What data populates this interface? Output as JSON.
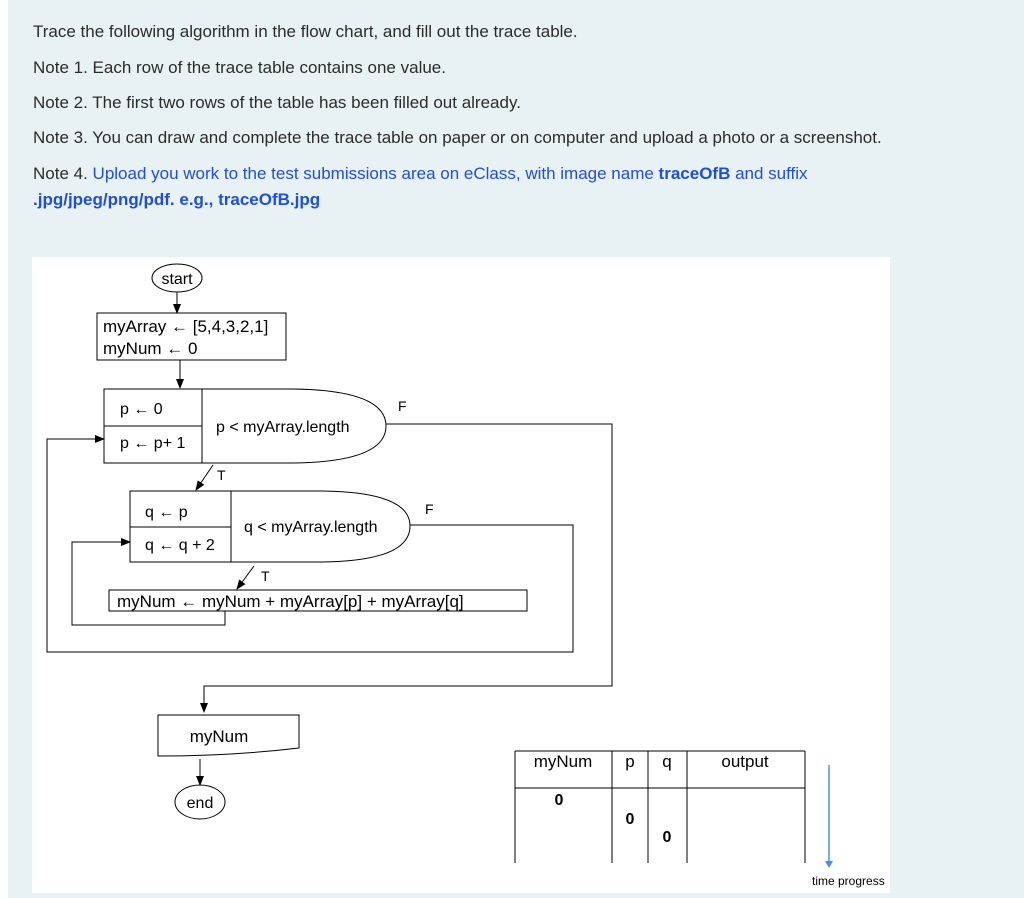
{
  "instructions": {
    "line1": "Trace the following algorithm in the flow chart,  and fill out the trace table.",
    "note1": "Note 1. Each row of the trace table contains one value.",
    "note2": "Note 2. The first two rows of the table has been filled out already.",
    "note3": "Note 3. You can draw and complete the trace table on paper or on computer and upload a photo or a screenshot.",
    "note4_prefix": "Note 4.  ",
    "note4_text": "Upload you work to the test submissions area on eClass, with image name ",
    "note4_name": "traceOfB",
    "note4_suffix": " and suffix",
    "note4_line2": ".jpg/jpeg/png/pdf.  e.g., traceOfB.jpg"
  },
  "flowchart": {
    "start": "start",
    "init_line1": "myArray ← [5,4,3,2,1]",
    "init_line2": "myNum  ← 0",
    "p_init": "p ← 0",
    "p_update": "p ← p+ 1",
    "p_cond": "p < myArray.length",
    "q_init": "q ← p",
    "q_update": "q ← q + 2",
    "q_cond": "q < myArray.length",
    "true_label": "T",
    "false_label": "F",
    "body": "myNum ← myNum + myArray[p] + myArray[q]",
    "output": "myNum",
    "end": "end"
  },
  "trace_table": {
    "headers": [
      "myNum",
      "p",
      "q",
      "output"
    ],
    "row_values": {
      "myNum": "0",
      "p": "0",
      "q": "0"
    },
    "time_label": "time progress"
  }
}
